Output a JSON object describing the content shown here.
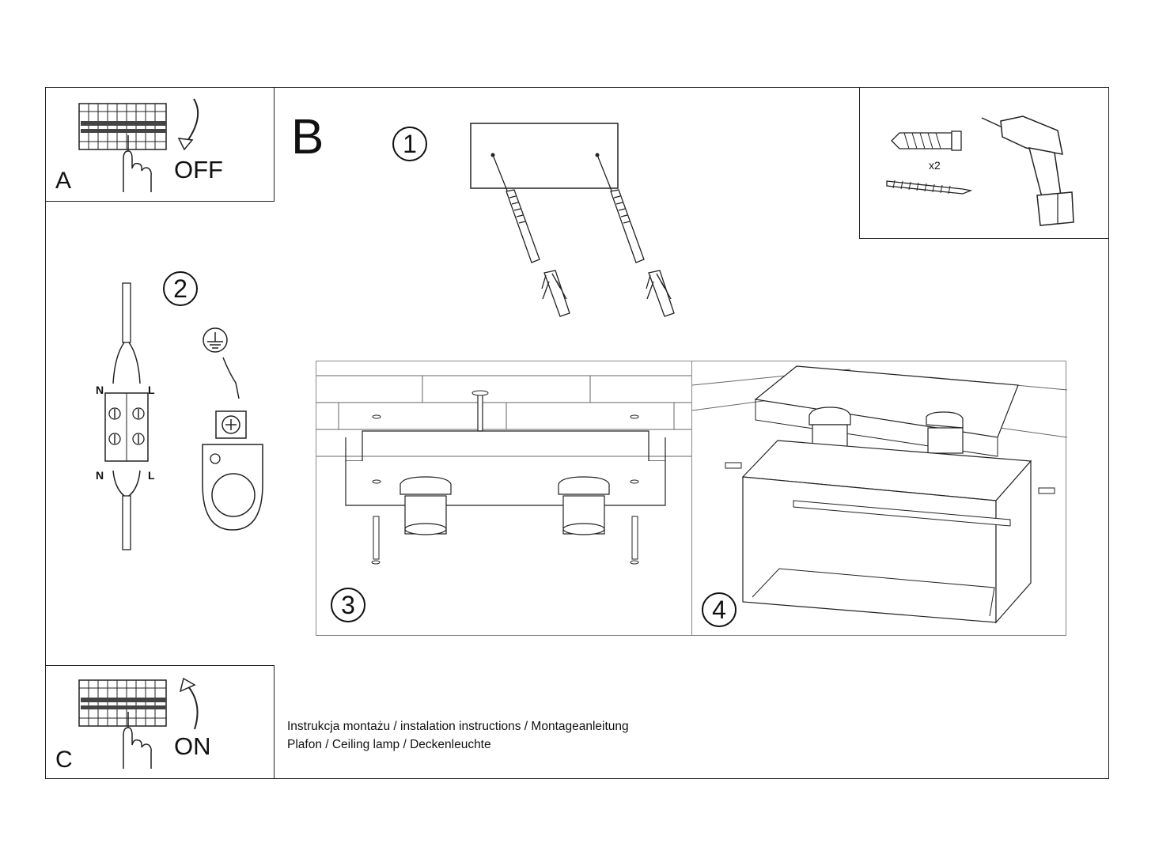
{
  "panel_a": {
    "letter": "A",
    "state": "OFF"
  },
  "panel_c": {
    "letter": "C",
    "state": "ON"
  },
  "panel_b": {
    "letter": "B"
  },
  "steps": {
    "one": "1",
    "two": "2",
    "three": "3",
    "four": "4"
  },
  "wiring": {
    "n_top": "N",
    "l_top": "L",
    "n_bottom": "N",
    "l_bottom": "L"
  },
  "tools": {
    "quantity": "x2"
  },
  "caption": {
    "line1": "Instrukcja montażu / instalation instructions / Montageanleitung",
    "line2": "Plafon / Ceiling lamp / Deckenleuchte"
  },
  "icons": [
    "breaker-panel-icon",
    "hand-icon",
    "curved-arrow-down-icon",
    "curved-arrow-up-icon",
    "ground-symbol-icon",
    "terminal-block-icon",
    "wall-plug-icon",
    "screw-icon",
    "drill-icon"
  ]
}
